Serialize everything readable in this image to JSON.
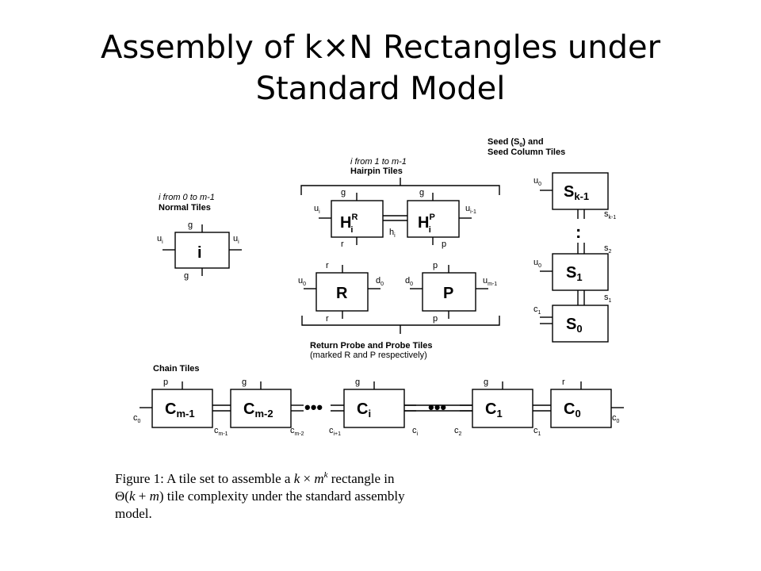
{
  "title": {
    "line1": "Assembly of k×N Rectangles under",
    "line2": "Standard Model"
  },
  "normal": {
    "heading_italic": "i from 0 to m-1",
    "heading_bold": "Normal Tiles",
    "tile": "i",
    "north": "g",
    "south": "g",
    "west": "u",
    "west_sub": "i",
    "east": "u",
    "east_sub": "i"
  },
  "hairpin": {
    "heading_italic": "i from 1 to m-1",
    "heading_bold": "Hairpin Tiles",
    "hr": {
      "base": "H",
      "sup": "R",
      "sub": "i",
      "north": "g",
      "south": "r",
      "west": "u",
      "west_sub": "i"
    },
    "hp": {
      "base": "H",
      "sup": "P",
      "sub": "i",
      "north": "g",
      "south": "p",
      "east": "u",
      "east_sub": "i-1"
    },
    "mid": "h",
    "mid_sub": "i"
  },
  "probe": {
    "r": {
      "label": "R",
      "north": "r",
      "south": "r",
      "west": "u",
      "west_sub": "0",
      "east": "d",
      "east_sub": "0"
    },
    "p": {
      "label": "P",
      "north": "p",
      "south": "p",
      "west": "d",
      "west_sub": "0",
      "east": "u",
      "east_sub": "m-1"
    },
    "caption_bold": "Return Probe and Probe Tiles",
    "caption2": "(marked R and P respectively)"
  },
  "seed": {
    "heading1_a": "Seed (S",
    "heading1_sub": "0",
    "heading1_b": ") and",
    "heading2": "Seed Column Tiles",
    "sk1": {
      "base": "S",
      "sub": "k-1",
      "west": "u",
      "west_sub": "0",
      "east": "s",
      "east_sub": "k-1"
    },
    "dots": ":",
    "s2": {
      "label": "s",
      "sub": "2"
    },
    "s1": {
      "base": "S",
      "sub": "1",
      "west": "u",
      "west_sub": "0",
      "east": "s",
      "east_sub": "1"
    },
    "s0": {
      "base": "S",
      "sub": "0",
      "west": "c",
      "west_sub": "1"
    }
  },
  "chain": {
    "heading": "Chain Tiles",
    "tiles": [
      {
        "base": "C",
        "sub": "m-1",
        "north": "p"
      },
      {
        "base": "C",
        "sub": "m-2",
        "north": "g"
      },
      {
        "base": "C",
        "sub": "i",
        "north": "g"
      },
      {
        "base": "C",
        "sub": "1",
        "north": "g"
      },
      {
        "base": "C",
        "sub": "0",
        "north": "r"
      }
    ],
    "edges": [
      {
        "l": "c",
        "s": "0"
      },
      {
        "l": "c",
        "s": "m-1"
      },
      {
        "l": "c",
        "s": "m-2"
      },
      {
        "l": "c",
        "s": "i+1"
      },
      {
        "l": "c",
        "s": "i"
      },
      {
        "l": "c",
        "s": "2"
      },
      {
        "l": "c",
        "s": "1"
      },
      {
        "l": "c",
        "s": "0"
      }
    ],
    "ellipsis": "•••"
  },
  "figure_caption": {
    "prefix": "Figure 1:  A tile set to assemble a ",
    "k": "k",
    "times": " × ",
    "m": "m",
    "mk_sup": "k",
    "suffix1": " rectangle in",
    "line2_a": "Θ(",
    "line2_k": "k",
    "line2_plus": " + ",
    "line2_m": "m",
    "line2_b": ") tile complexity under the standard assembly",
    "line3": "model."
  }
}
